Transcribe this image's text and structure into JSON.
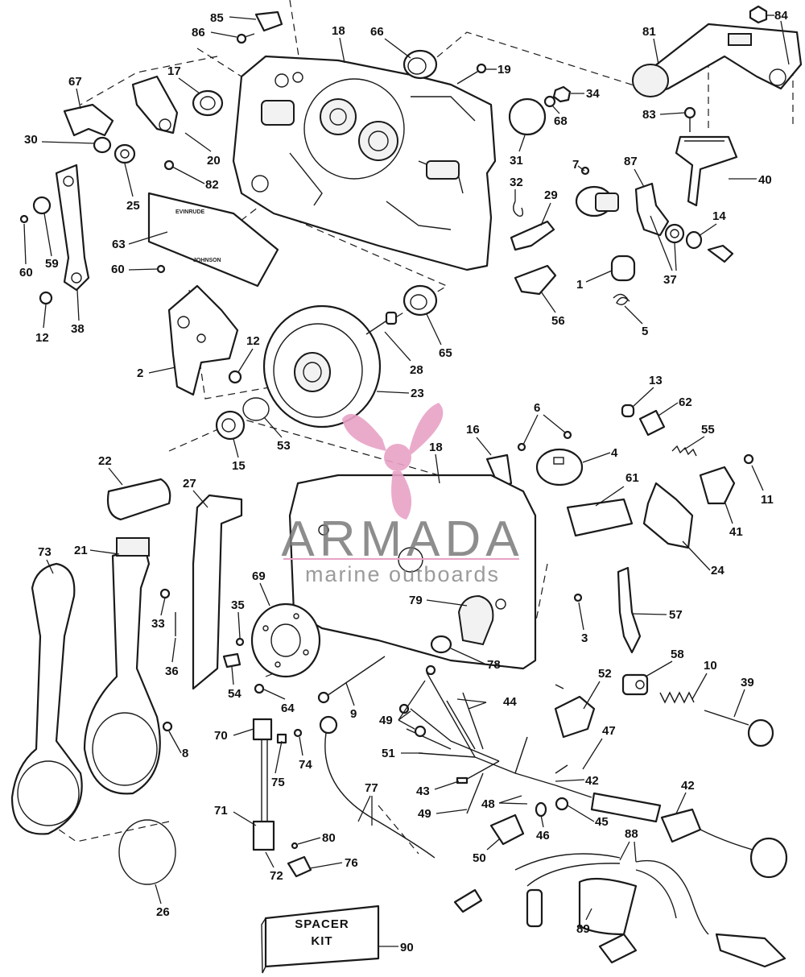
{
  "watermark": {
    "brand": "ARMADA",
    "tagline": "marine outboards",
    "logo_color": "#e8a2c6",
    "line_color": "#e8a2c6"
  },
  "spacer_kit": {
    "line1": "SPACER",
    "line2": "KIT"
  },
  "decal": {
    "line1": "EVINRUDE",
    "line2": "JOHNSON"
  },
  "callouts": [
    "85",
    "86",
    "18",
    "66",
    "19",
    "84",
    "81",
    "67",
    "17",
    "34",
    "68",
    "83",
    "30",
    "20",
    "31",
    "7",
    "87",
    "40",
    "25",
    "82",
    "32",
    "29",
    "14",
    "60",
    "63",
    "59",
    "60",
    "1",
    "37",
    "12",
    "56",
    "38",
    "5",
    "2",
    "12",
    "28",
    "65",
    "23",
    "13",
    "62",
    "53",
    "15",
    "16",
    "6",
    "4",
    "55",
    "11",
    "22",
    "18",
    "27",
    "61",
    "41",
    "73",
    "21",
    "24",
    "69",
    "79",
    "33",
    "35",
    "3",
    "57",
    "36",
    "54",
    "78",
    "58",
    "10",
    "39",
    "64",
    "9",
    "52",
    "44",
    "49",
    "8",
    "70",
    "74",
    "47",
    "51",
    "75",
    "42",
    "43",
    "48",
    "42",
    "49",
    "71",
    "46",
    "45",
    "80",
    "50",
    "72",
    "76",
    "88",
    "89",
    "26",
    "90",
    "77"
  ]
}
